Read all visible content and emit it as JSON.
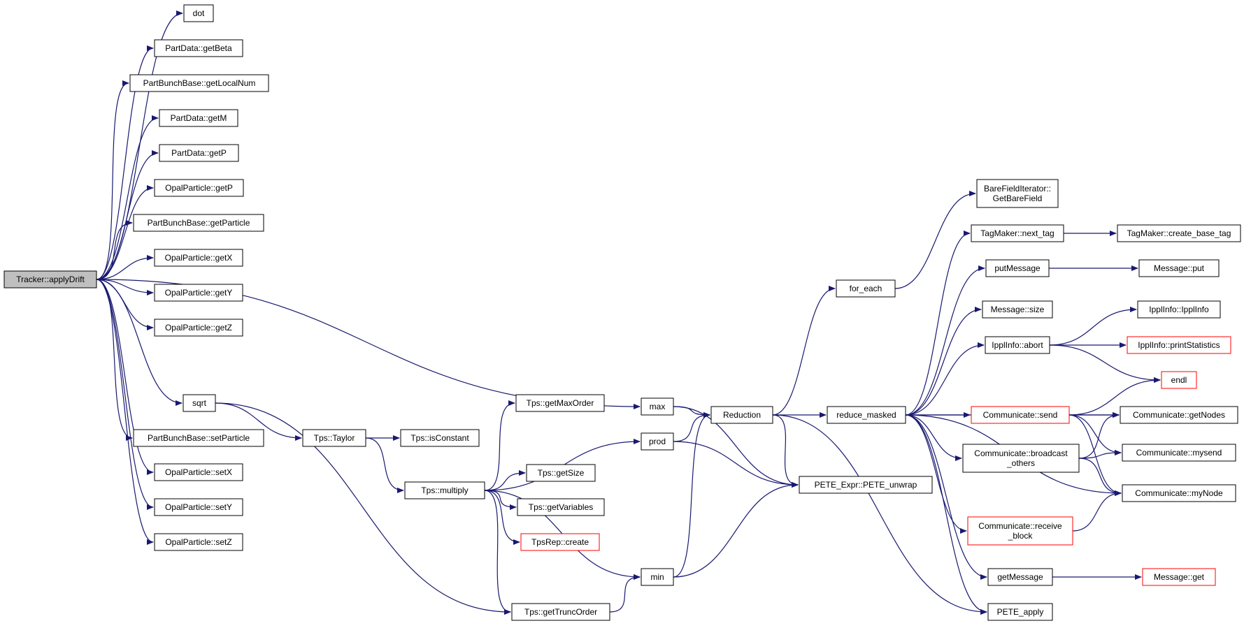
{
  "colors": {
    "edge": "#191970",
    "root_fill": "#bfbfbf",
    "incomplete_border": "#ff0000"
  },
  "nodes": [
    {
      "id": "applyDrift",
      "lines": [
        "Tracker::applyDrift"
      ],
      "style": "root"
    },
    {
      "id": "dot",
      "lines": [
        "dot"
      ]
    },
    {
      "id": "getBeta",
      "lines": [
        "PartData::getBeta"
      ]
    },
    {
      "id": "getLocalNum",
      "lines": [
        "PartBunchBase::getLocalNum"
      ]
    },
    {
      "id": "getM",
      "lines": [
        "PartData::getM"
      ]
    },
    {
      "id": "pdGetP",
      "lines": [
        "PartData::getP"
      ]
    },
    {
      "id": "opGetP",
      "lines": [
        "OpalParticle::getP"
      ]
    },
    {
      "id": "getParticle",
      "lines": [
        "PartBunchBase::getParticle"
      ]
    },
    {
      "id": "getX",
      "lines": [
        "OpalParticle::getX"
      ]
    },
    {
      "id": "getY",
      "lines": [
        "OpalParticle::getY"
      ]
    },
    {
      "id": "getZ",
      "lines": [
        "OpalParticle::getZ"
      ]
    },
    {
      "id": "sqrt",
      "lines": [
        "sqrt"
      ]
    },
    {
      "id": "setParticle",
      "lines": [
        "PartBunchBase::setParticle"
      ]
    },
    {
      "id": "setX",
      "lines": [
        "OpalParticle::setX"
      ]
    },
    {
      "id": "setY",
      "lines": [
        "OpalParticle::setY"
      ]
    },
    {
      "id": "setZ",
      "lines": [
        "OpalParticle::setZ"
      ]
    },
    {
      "id": "taylor",
      "lines": [
        "Tps::Taylor"
      ]
    },
    {
      "id": "isConstant",
      "lines": [
        "Tps::isConstant"
      ]
    },
    {
      "id": "multiply",
      "lines": [
        "Tps::multiply"
      ]
    },
    {
      "id": "getMaxOrder",
      "lines": [
        "Tps::getMaxOrder"
      ]
    },
    {
      "id": "getSize",
      "lines": [
        "Tps::getSize"
      ]
    },
    {
      "id": "getVariables",
      "lines": [
        "Tps::getVariables"
      ]
    },
    {
      "id": "tpsRepCreate",
      "lines": [
        "TpsRep::create"
      ],
      "style": "red"
    },
    {
      "id": "getTruncOrder",
      "lines": [
        "Tps::getTruncOrder"
      ]
    },
    {
      "id": "max",
      "lines": [
        "max"
      ]
    },
    {
      "id": "prod",
      "lines": [
        "prod"
      ]
    },
    {
      "id": "min",
      "lines": [
        "min"
      ]
    },
    {
      "id": "reduction",
      "lines": [
        "Reduction"
      ]
    },
    {
      "id": "peteUnwrap",
      "lines": [
        "PETE_Expr::PETE_unwrap"
      ]
    },
    {
      "id": "forEach",
      "lines": [
        "for_each"
      ]
    },
    {
      "id": "reduceMasked",
      "lines": [
        "reduce_masked"
      ]
    },
    {
      "id": "getBareField",
      "lines": [
        "BareFieldIterator::",
        "GetBareField"
      ]
    },
    {
      "id": "nextTag",
      "lines": [
        "TagMaker::next_tag"
      ]
    },
    {
      "id": "putMessage",
      "lines": [
        "putMessage"
      ]
    },
    {
      "id": "messageSize",
      "lines": [
        "Message::size"
      ]
    },
    {
      "id": "ipplAbort",
      "lines": [
        "IpplInfo::abort"
      ]
    },
    {
      "id": "commSend",
      "lines": [
        "Communicate::send"
      ],
      "style": "red"
    },
    {
      "id": "broadcastOthers",
      "lines": [
        "Communicate::broadcast",
        "_others"
      ]
    },
    {
      "id": "receiveBlock",
      "lines": [
        "Communicate::receive",
        "_block"
      ],
      "style": "red"
    },
    {
      "id": "getMessage",
      "lines": [
        "getMessage"
      ]
    },
    {
      "id": "peteApply",
      "lines": [
        "PETE_apply"
      ]
    },
    {
      "id": "createBaseTag",
      "lines": [
        "TagMaker::create_base_tag"
      ]
    },
    {
      "id": "messagePut",
      "lines": [
        "Message::put"
      ]
    },
    {
      "id": "ipplInfoCtor",
      "lines": [
        "IpplInfo::IpplInfo"
      ]
    },
    {
      "id": "printStatistics",
      "lines": [
        "IpplInfo::printStatistics"
      ],
      "style": "red"
    },
    {
      "id": "endl",
      "lines": [
        "endl"
      ],
      "style": "red"
    },
    {
      "id": "getNodes",
      "lines": [
        "Communicate::getNodes"
      ]
    },
    {
      "id": "mysend",
      "lines": [
        "Communicate::mysend"
      ]
    },
    {
      "id": "myNode",
      "lines": [
        "Communicate::myNode"
      ]
    },
    {
      "id": "messageGet",
      "lines": [
        "Message::get"
      ],
      "style": "red"
    }
  ],
  "edges": [
    [
      "applyDrift",
      "dot"
    ],
    [
      "applyDrift",
      "getBeta"
    ],
    [
      "applyDrift",
      "getLocalNum"
    ],
    [
      "applyDrift",
      "getM"
    ],
    [
      "applyDrift",
      "pdGetP"
    ],
    [
      "applyDrift",
      "opGetP"
    ],
    [
      "applyDrift",
      "getParticle"
    ],
    [
      "applyDrift",
      "getX"
    ],
    [
      "applyDrift",
      "getY"
    ],
    [
      "applyDrift",
      "getZ"
    ],
    [
      "applyDrift",
      "max"
    ],
    [
      "applyDrift",
      "sqrt"
    ],
    [
      "applyDrift",
      "setParticle"
    ],
    [
      "applyDrift",
      "setX"
    ],
    [
      "applyDrift",
      "setY"
    ],
    [
      "applyDrift",
      "setZ"
    ],
    [
      "sqrt",
      "taylor"
    ],
    [
      "sqrt",
      "getTruncOrder"
    ],
    [
      "taylor",
      "isConstant"
    ],
    [
      "taylor",
      "multiply"
    ],
    [
      "multiply",
      "getMaxOrder"
    ],
    [
      "multiply",
      "prod"
    ],
    [
      "multiply",
      "getSize"
    ],
    [
      "multiply",
      "getVariables"
    ],
    [
      "multiply",
      "tpsRepCreate"
    ],
    [
      "multiply",
      "min"
    ],
    [
      "multiply",
      "getTruncOrder"
    ],
    [
      "getTruncOrder",
      "min"
    ],
    [
      "max",
      "reduction"
    ],
    [
      "max",
      "peteUnwrap"
    ],
    [
      "prod",
      "reduction"
    ],
    [
      "prod",
      "peteUnwrap"
    ],
    [
      "min",
      "reduction"
    ],
    [
      "min",
      "peteUnwrap"
    ],
    [
      "reduction",
      "forEach"
    ],
    [
      "reduction",
      "reduceMasked"
    ],
    [
      "reduction",
      "peteUnwrap"
    ],
    [
      "reduction",
      "peteApply"
    ],
    [
      "forEach",
      "getBareField"
    ],
    [
      "reduceMasked",
      "nextTag"
    ],
    [
      "reduceMasked",
      "putMessage"
    ],
    [
      "reduceMasked",
      "messageSize"
    ],
    [
      "reduceMasked",
      "ipplAbort"
    ],
    [
      "reduceMasked",
      "getNodes"
    ],
    [
      "reduceMasked",
      "commSend"
    ],
    [
      "reduceMasked",
      "broadcastOthers"
    ],
    [
      "reduceMasked",
      "myNode"
    ],
    [
      "reduceMasked",
      "receiveBlock"
    ],
    [
      "reduceMasked",
      "getMessage"
    ],
    [
      "reduceMasked",
      "peteApply"
    ],
    [
      "nextTag",
      "createBaseTag"
    ],
    [
      "putMessage",
      "messagePut"
    ],
    [
      "ipplAbort",
      "ipplInfoCtor"
    ],
    [
      "ipplAbort",
      "printStatistics"
    ],
    [
      "ipplAbort",
      "endl"
    ],
    [
      "commSend",
      "endl"
    ],
    [
      "commSend",
      "getNodes"
    ],
    [
      "commSend",
      "mysend"
    ],
    [
      "commSend",
      "myNode"
    ],
    [
      "broadcastOthers",
      "getNodes"
    ],
    [
      "broadcastOthers",
      "mysend"
    ],
    [
      "broadcastOthers",
      "myNode"
    ],
    [
      "receiveBlock",
      "myNode"
    ],
    [
      "getMessage",
      "messageGet"
    ]
  ]
}
